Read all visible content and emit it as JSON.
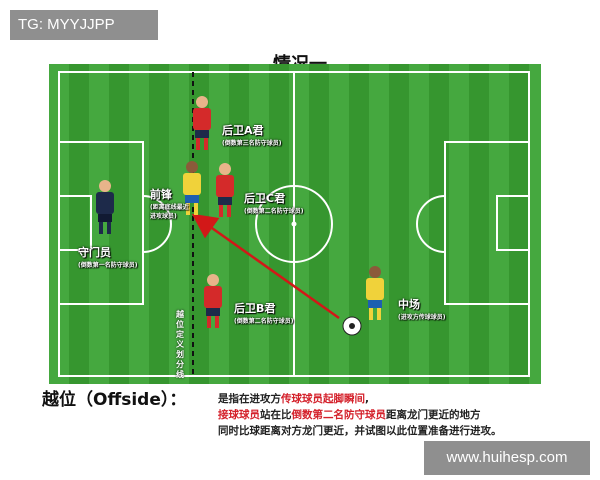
{
  "watermark_top": "TG: MYYJJPP",
  "watermark_bottom": "www.huihesp.com",
  "title": "情况一",
  "players": {
    "defender_a": {
      "name": "后卫A君",
      "desc": "(倒数第三名防守球员)"
    },
    "defender_c": {
      "name": "后卫C君",
      "desc": "(倒数第二名防守球员)"
    },
    "defender_b": {
      "name": "后卫B君",
      "desc": "(倒数第二名防守球员)"
    },
    "forward": {
      "name": "前锋",
      "desc1": "(距离底线最近",
      "desc2": "进攻球员)"
    },
    "goalkeeper": {
      "name": "守门员",
      "desc": "(倒数第一名防守球员)"
    },
    "midfielder": {
      "name": "中场",
      "desc": "(进攻方传球球员)"
    }
  },
  "offside_line_label": [
    "越",
    "位",
    "定",
    "义",
    "划",
    "分",
    "线"
  ],
  "offside": {
    "title": "越位（Offside）：",
    "line1_a": "是指在进攻方",
    "line1_b": "传球球员起脚瞬间",
    "line1_c": ",",
    "line2_a": "接球球员",
    "line2_b": "站在比",
    "line2_c": "倒数第二名防守球员",
    "line2_d": "距离龙门更近的地方",
    "line3": "同时比球距离对方龙门更近，并试图以此位置准备进行进攻。"
  },
  "colors": {
    "pitch_light": "#3fa33a",
    "pitch_dark": "#2f8e2c",
    "red_team": "#d42a2a",
    "yellow_team": "#f0d23a",
    "keeper": "#1d2a4a",
    "arrow": "#d21818"
  }
}
